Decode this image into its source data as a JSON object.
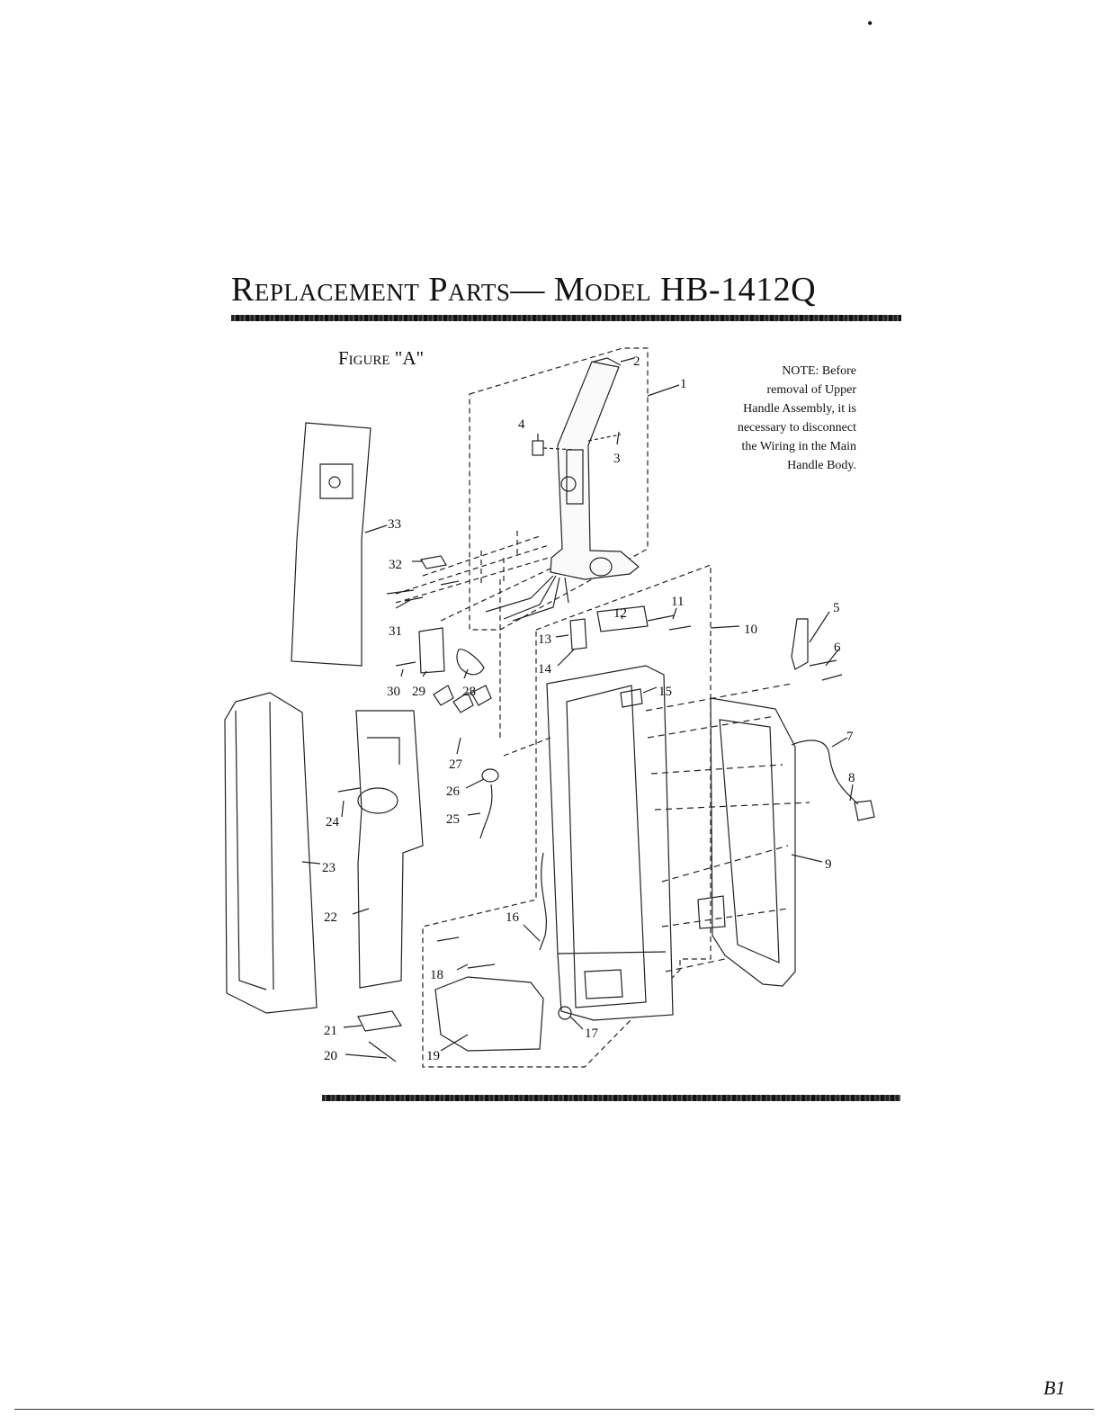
{
  "page": {
    "title": "Replacement Parts— Model HB-1412Q",
    "figure_label": "Figure \"A\"",
    "note_lines": [
      "NOTE: Before",
      "removal of Upper",
      "Handle Assembly, it is",
      "necessary to disconnect",
      "the Wiring in the Main",
      "Handle Body."
    ],
    "page_mark": "B1"
  },
  "diagram": {
    "callouts": [
      "1",
      "2",
      "3",
      "4",
      "5",
      "6",
      "7",
      "8",
      "9",
      "10",
      "11",
      "12",
      "13",
      "14",
      "15",
      "16",
      "17",
      "18",
      "19",
      "20",
      "21",
      "22",
      "23",
      "24",
      "25",
      "26",
      "27",
      "28",
      "29",
      "30",
      "31",
      "32",
      "33"
    ]
  }
}
